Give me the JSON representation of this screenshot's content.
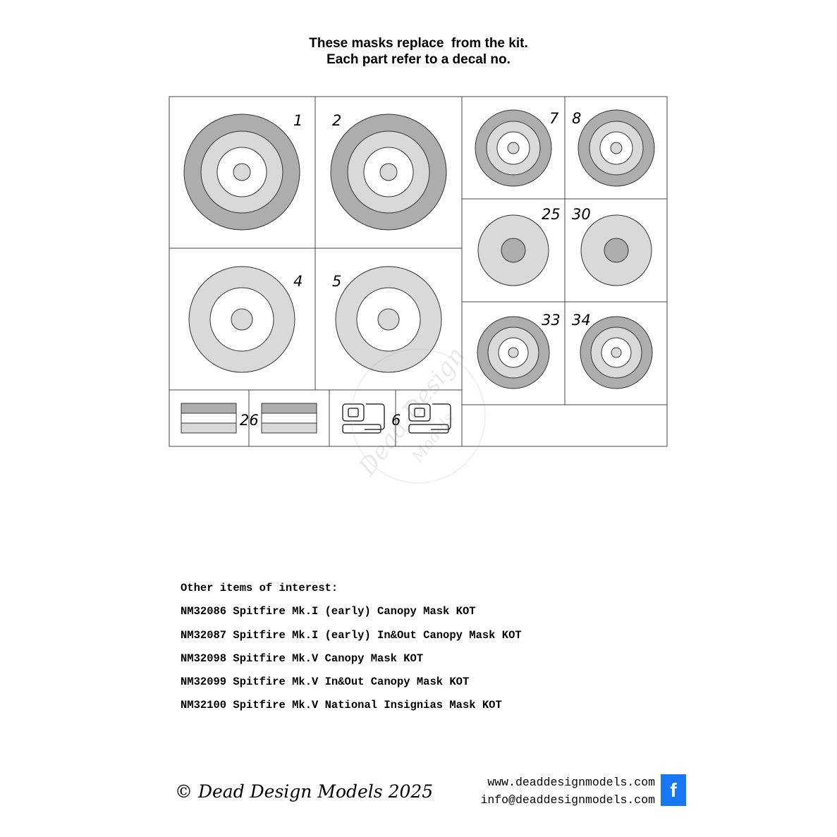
{
  "header": {
    "line1": "These masks replace  from the kit.",
    "line2": "Each part refer to a decal no."
  },
  "colors": {
    "outer_ring": "#adadad",
    "middle_ring": "#d9d9d9",
    "inner_white": "#ffffff",
    "center_dot": "#d9d9d9",
    "dark_center": "#adadad",
    "stroke": "#333333",
    "facebook": "#1877f2"
  },
  "parts": {
    "p1": "1",
    "p2": "2",
    "p4": "4",
    "p5": "5",
    "p7": "7",
    "p8": "8",
    "p25": "25",
    "p30": "30",
    "p33": "33",
    "p34": "34",
    "p26": "26",
    "p6": "6"
  },
  "watermark": {
    "line1": "Dead Design",
    "line2": "Models"
  },
  "interest": {
    "title": "Other items of interest:",
    "items": [
      "NM32086 Spitfire Mk.I (early) Canopy Mask KOT",
      "NM32087 Spitfire Mk.I (early) In&Out Canopy Mask KOT",
      "NM32098 Spitfire Mk.V Canopy Mask KOT",
      "NM32099 Spitfire Mk.V In&Out Canopy Mask KOT",
      "NM32100 Spitfire Mk.V National Insignias Mask KOT"
    ]
  },
  "footer": {
    "copyright": "© Dead Design Models 2025",
    "website": "www.deaddesignmodels.com",
    "email": "info@deaddesignmodels.com",
    "facebook_icon": "facebook-icon",
    "facebook_glyph": "f"
  }
}
